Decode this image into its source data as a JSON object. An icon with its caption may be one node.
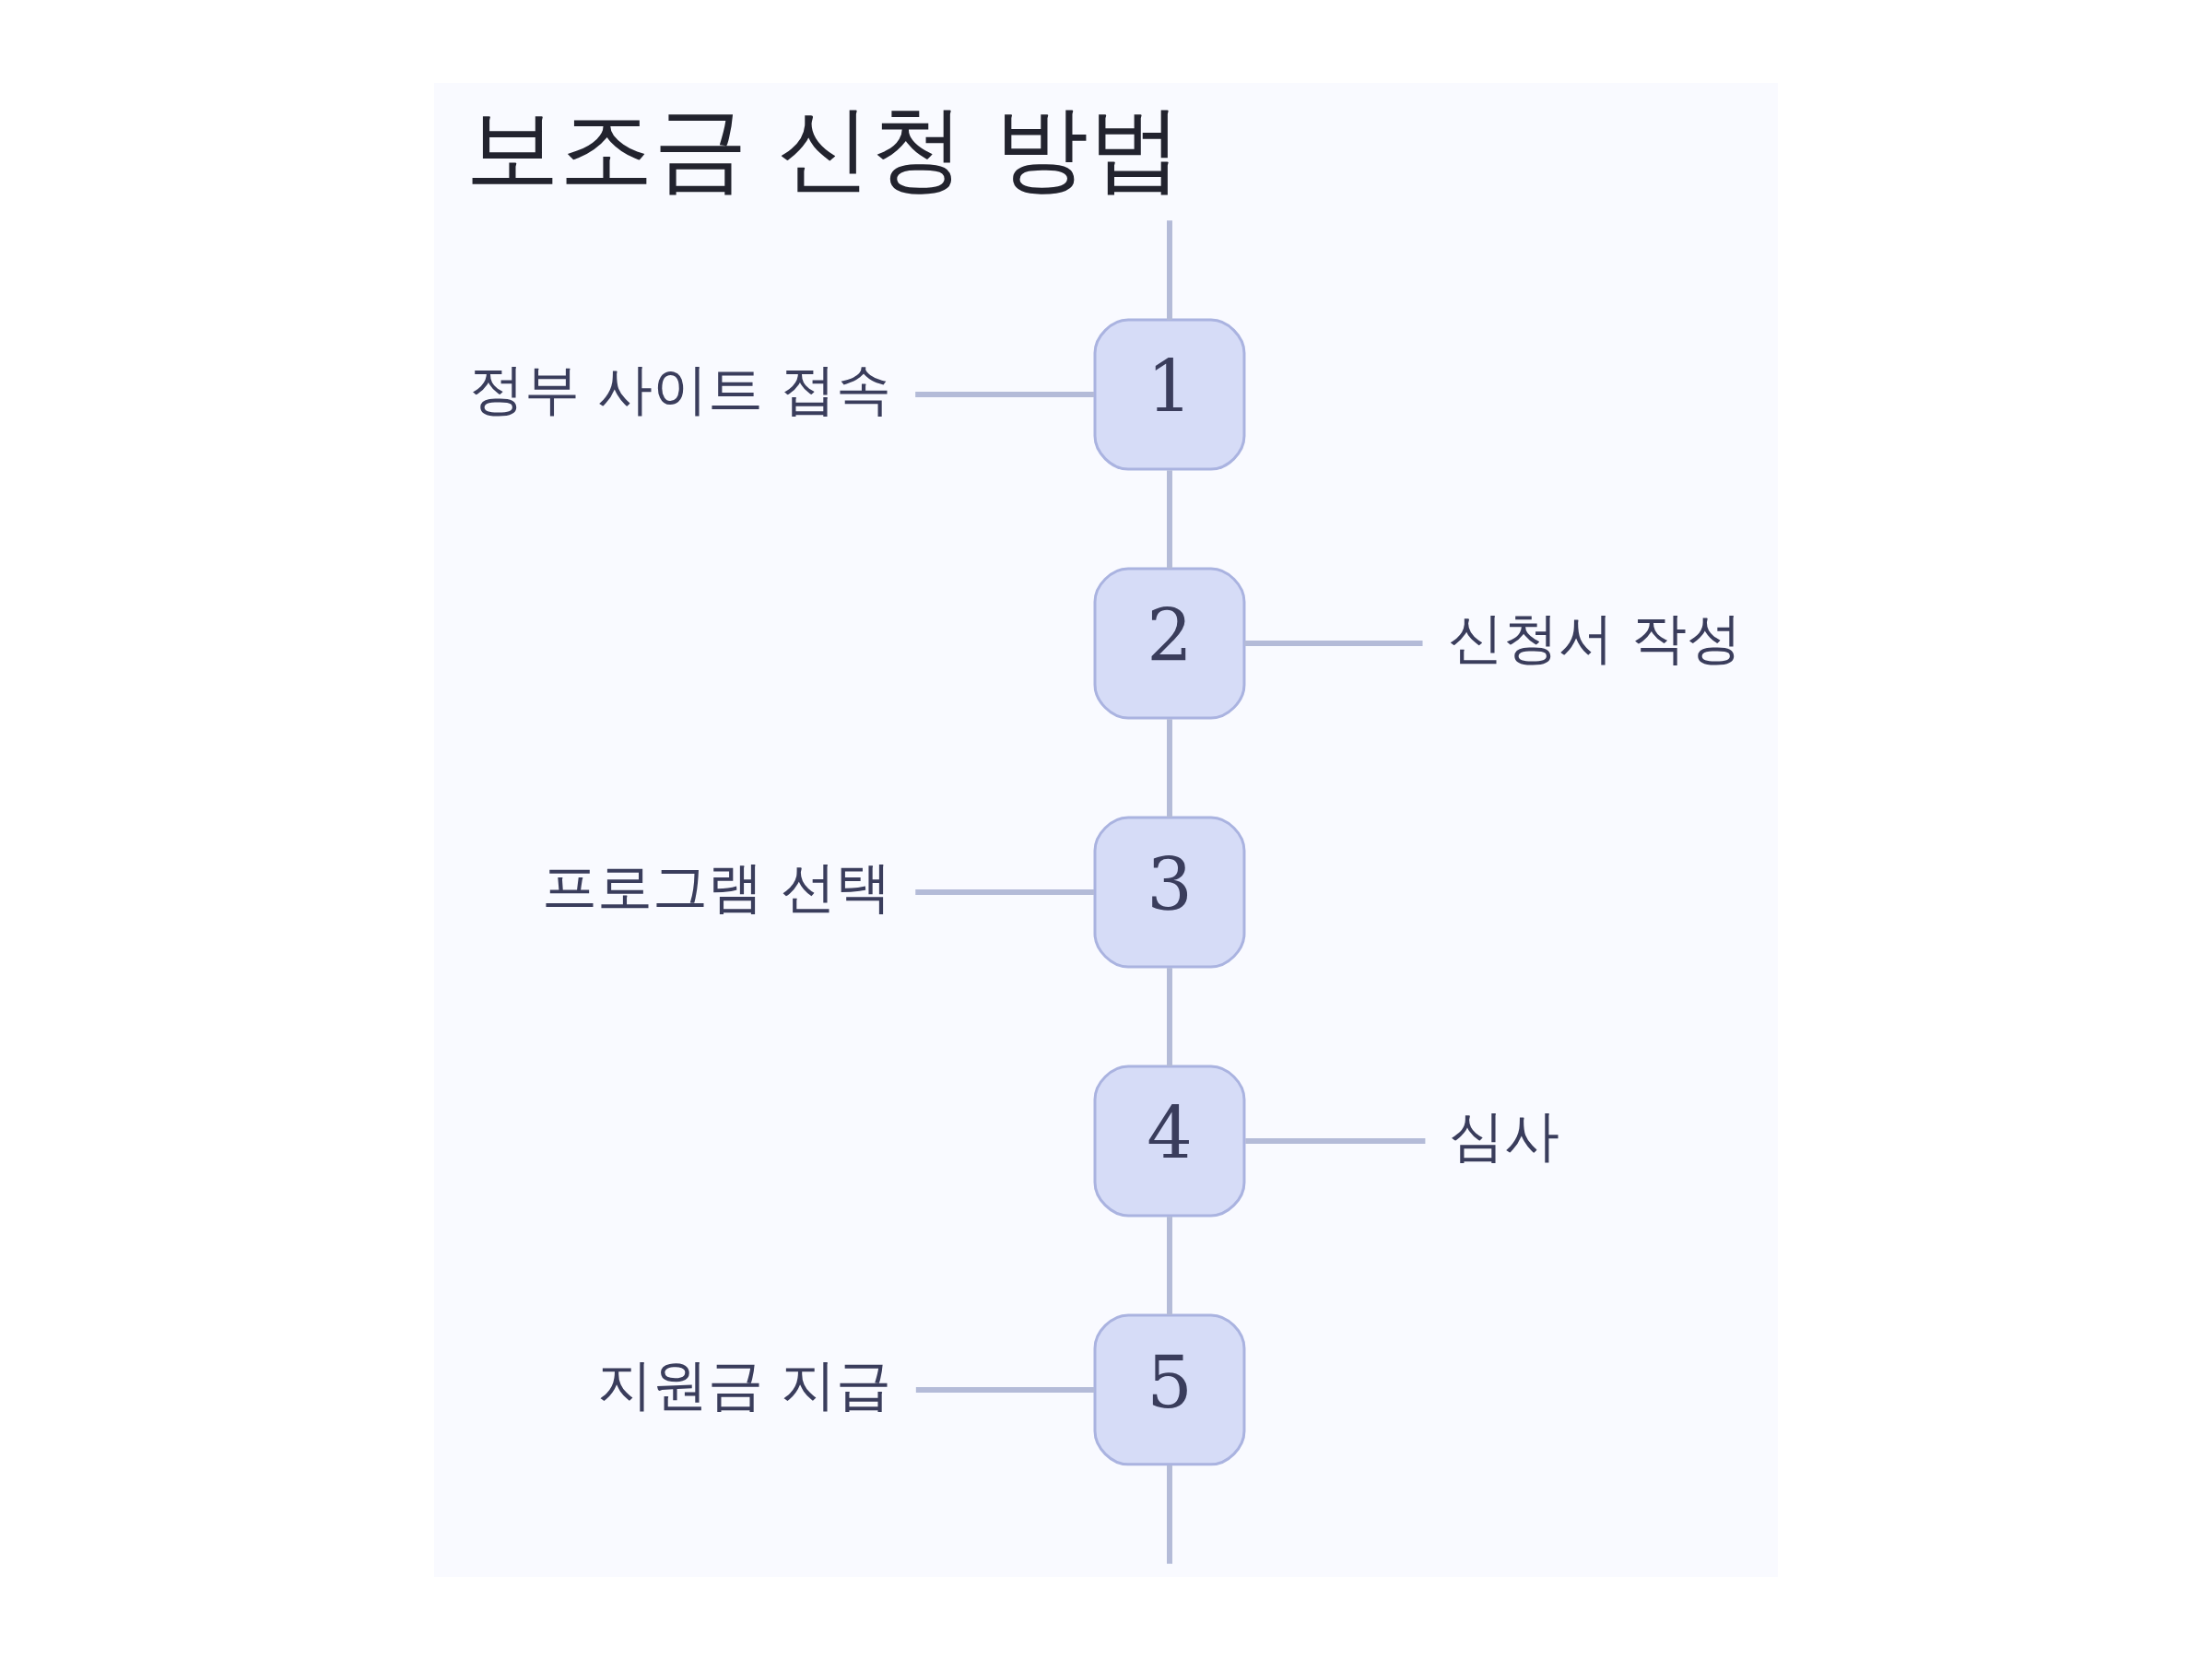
{
  "diagram": {
    "title": "보조금 신청 방법",
    "nodes": [
      {
        "text": [
          "1"
        ]
      },
      {
        "text": [
          "정부 사이트 접속"
        ]
      },
      {
        "text": [
          "2"
        ]
      },
      {
        "text": [
          "신청서 작성"
        ]
      },
      {
        "text": [
          "3"
        ]
      },
      {
        "text": [
          "프로그램 선택"
        ]
      },
      {
        "text": [
          "4"
        ]
      },
      {
        "text": [
          "심사"
        ]
      },
      {
        "text": [
          "5"
        ]
      },
      {
        "text": [
          "지원금 지급"
        ]
      }
    ],
    "edges": [
      {
        "from": null,
        "to": 0,
        "arrow": "none"
      },
      {
        "from": 1,
        "to": 0,
        "arrow": "none"
      },
      {
        "from": 0,
        "to": 2,
        "arrow": "none"
      },
      {
        "from": 2,
        "to": 3,
        "arrow": "none"
      },
      {
        "from": 2,
        "to": 4,
        "arrow": "none"
      },
      {
        "from": 5,
        "to": 4,
        "arrow": "none"
      },
      {
        "from": 4,
        "to": 6,
        "arrow": "none"
      },
      {
        "from": 6,
        "to": 7,
        "arrow": "none"
      },
      {
        "from": 6,
        "to": 8,
        "arrow": "none"
      },
      {
        "from": 9,
        "to": 8,
        "arrow": "none"
      },
      {
        "from": 8,
        "to": null,
        "arrow": "none"
      }
    ]
  }
}
